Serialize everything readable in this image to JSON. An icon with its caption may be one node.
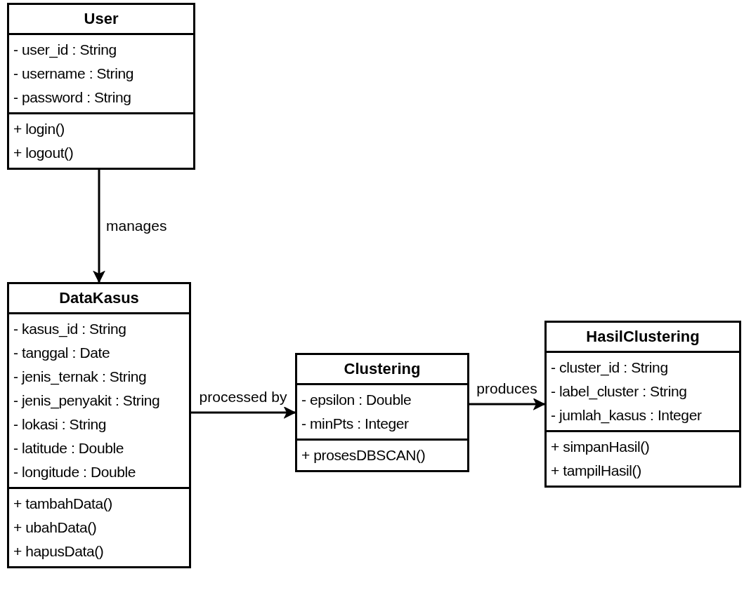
{
  "diagram": {
    "nodes": [
      {
        "text": [
          "User"
        ]
      },
      {
        "text": [
          "- user_id : String",
          "- username : String",
          "- password : String"
        ],
        "in": 0
      },
      {
        "text": [
          "+ login()",
          "+ logout()"
        ],
        "in": 0
      },
      {
        "text": [
          "DataKasus"
        ]
      },
      {
        "text": [
          "- kasus_id : String",
          "- tanggal : Date",
          "- jenis_ternak : String",
          "- jenis_penyakit : String",
          "- lokasi : String",
          "- latitude : Double",
          "- longitude : Double"
        ],
        "in": 3
      },
      {
        "text": [
          "+ tambahData()",
          "+ ubahData()",
          "+ hapusData()"
        ],
        "in": 3
      },
      {
        "text": [
          "Clustering"
        ]
      },
      {
        "text": [
          "- epsilon : Double",
          "- minPts : Integer"
        ],
        "in": 6
      },
      {
        "text": [
          "+ prosesDBSCAN()"
        ],
        "in": 6
      },
      {
        "text": [
          "HasilClustering"
        ]
      },
      {
        "text": [
          "- cluster_id : String",
          "- label_cluster : String",
          "- jumlah_kasus : Integer"
        ],
        "in": 9
      },
      {
        "text": [
          "+ simpanHasil()",
          "+ tampilHasil()"
        ],
        "in": 9
      }
    ],
    "edges": [
      {
        "from": 0,
        "to": 3,
        "label": "manages",
        "arrow": "to"
      },
      {
        "from": 3,
        "to": 6,
        "label": "processed by",
        "arrow": "to"
      },
      {
        "from": 6,
        "to": 9,
        "label": "produces",
        "arrow": "to"
      }
    ]
  }
}
